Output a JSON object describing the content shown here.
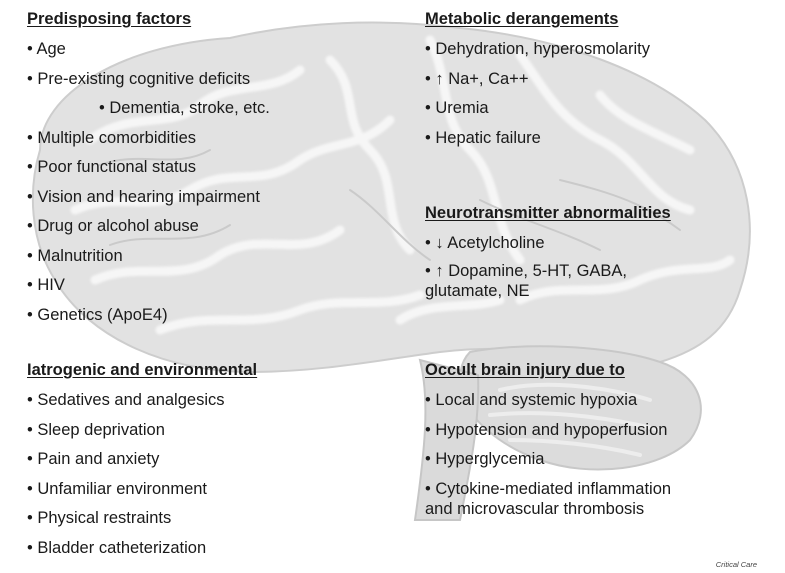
{
  "figure": {
    "credit": "Critical Care",
    "colors": {
      "brain_fill": "#e6e6e6",
      "brain_fold": "#f4f4f4",
      "brain_shadow": "#c9c9c9",
      "text": "#1a1a1a"
    }
  },
  "sections": {
    "predisposing": {
      "title": "Predisposing factors",
      "items": [
        "• Age",
        "• Pre-existing cognitive deficits",
        "• Dementia, stroke, etc.",
        "• Multiple comorbidities",
        "• Poor functional status",
        "• Vision and hearing impairment",
        "• Drug or alcohol abuse",
        "• Malnutrition",
        "• HIV",
        "• Genetics (ApoE4)"
      ]
    },
    "metabolic": {
      "title": "Metabolic derangements",
      "items": [
        "• Dehydration, hyperosmolarity",
        "• ↑ Na+, Ca++",
        "• Uremia",
        "• Hepatic failure"
      ]
    },
    "neurotransmitter": {
      "title": "Neurotransmitter abnormalities",
      "items": [
        "• ↓ Acetylcholine",
        "• ↑ Dopamine, 5-HT, GABA,",
        "glutamate, NE"
      ]
    },
    "iatrogenic": {
      "title": "Iatrogenic and environmental",
      "items": [
        "• Sedatives and analgesics",
        "• Sleep deprivation",
        "• Pain and anxiety",
        "• Unfamiliar environment",
        "• Physical restraints",
        "• Bladder catheterization"
      ]
    },
    "occult": {
      "title": "Occult brain injury due to",
      "items": [
        "• Local and systemic hypoxia",
        "• Hypotension and hypoperfusion",
        "• Hyperglycemia",
        "• Cytokine-mediated inflammation",
        "and microvascular thrombosis"
      ]
    }
  }
}
